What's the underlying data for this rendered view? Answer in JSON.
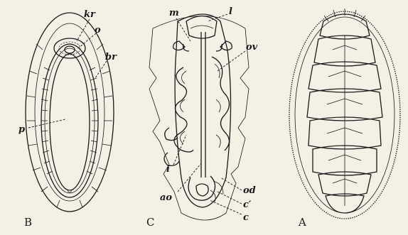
{
  "figure": {
    "panels": [
      {
        "id": "B",
        "letter": "B"
      },
      {
        "id": "C",
        "letter": "C"
      },
      {
        "id": "A",
        "letter": "A"
      }
    ],
    "labels": {
      "kr": "kr",
      "o": "o",
      "br": "br",
      "p": "p",
      "m": "m",
      "l": "l",
      "ov": "ov",
      "i": "i",
      "ao": "ao",
      "od": "od",
      "c_prime": "c′",
      "c": "c"
    }
  }
}
